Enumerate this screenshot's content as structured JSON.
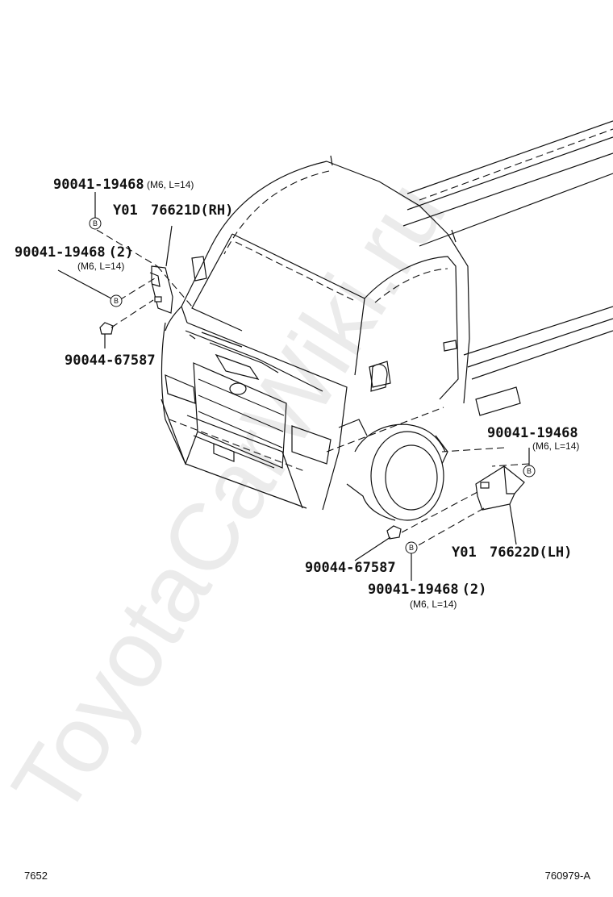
{
  "watermark": "ToyotaCarWiki.ru",
  "callouts": {
    "rh_bolt_top": {
      "part_no": "90041-19468",
      "spec": "(M6, L=14)"
    },
    "rh_panel": {
      "prefix": "Y01",
      "part_no": "76621D",
      "side": "(RH)"
    },
    "rh_bolt_pair": {
      "part_no": "90041-19468",
      "qty": "(2)",
      "spec": "(M6, L=14)"
    },
    "rh_clip": {
      "part_no": "90044-67587"
    },
    "lh_bolt_top": {
      "part_no": "90041-19468",
      "spec": "(M6, L=14)"
    },
    "lh_panel": {
      "prefix": "Y01",
      "part_no": "76622D",
      "side": "(LH)"
    },
    "lh_clip": {
      "part_no": "90044-67587"
    },
    "lh_bolt_pair": {
      "part_no": "90041-19468",
      "qty": "(2)",
      "spec": "(M6, L=14)"
    }
  },
  "fastener_marker": "B",
  "footer": {
    "left": "7652",
    "right": "760979-A"
  }
}
